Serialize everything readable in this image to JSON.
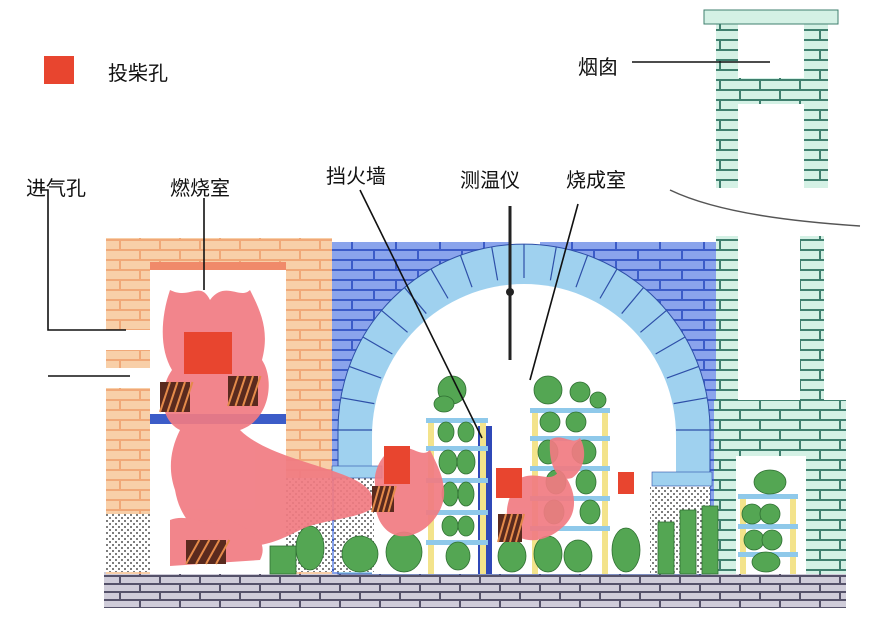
{
  "legend": {
    "stoke_hole": "投柴孔"
  },
  "labels": {
    "chimney": "烟囱",
    "air_inlet": "进气孔",
    "combustion_chamber": "燃烧室",
    "fire_wall": "挡火墙",
    "thermometer": "测温仪",
    "firing_chamber": "烧成室"
  },
  "colors": {
    "orange_brick": "#f6c79f",
    "blue_brick": "#7f9be8",
    "light_blue_brick": "#9fd1ef",
    "mint_brick": "#cdeee0",
    "gray_brick": "#c9c6d3",
    "stoke_hole": "#e8452f",
    "pottery": "#54a653",
    "shelf_post": "#f3e38b",
    "shelf_plate": "#8fc9ea",
    "flame": "#f17b82"
  }
}
